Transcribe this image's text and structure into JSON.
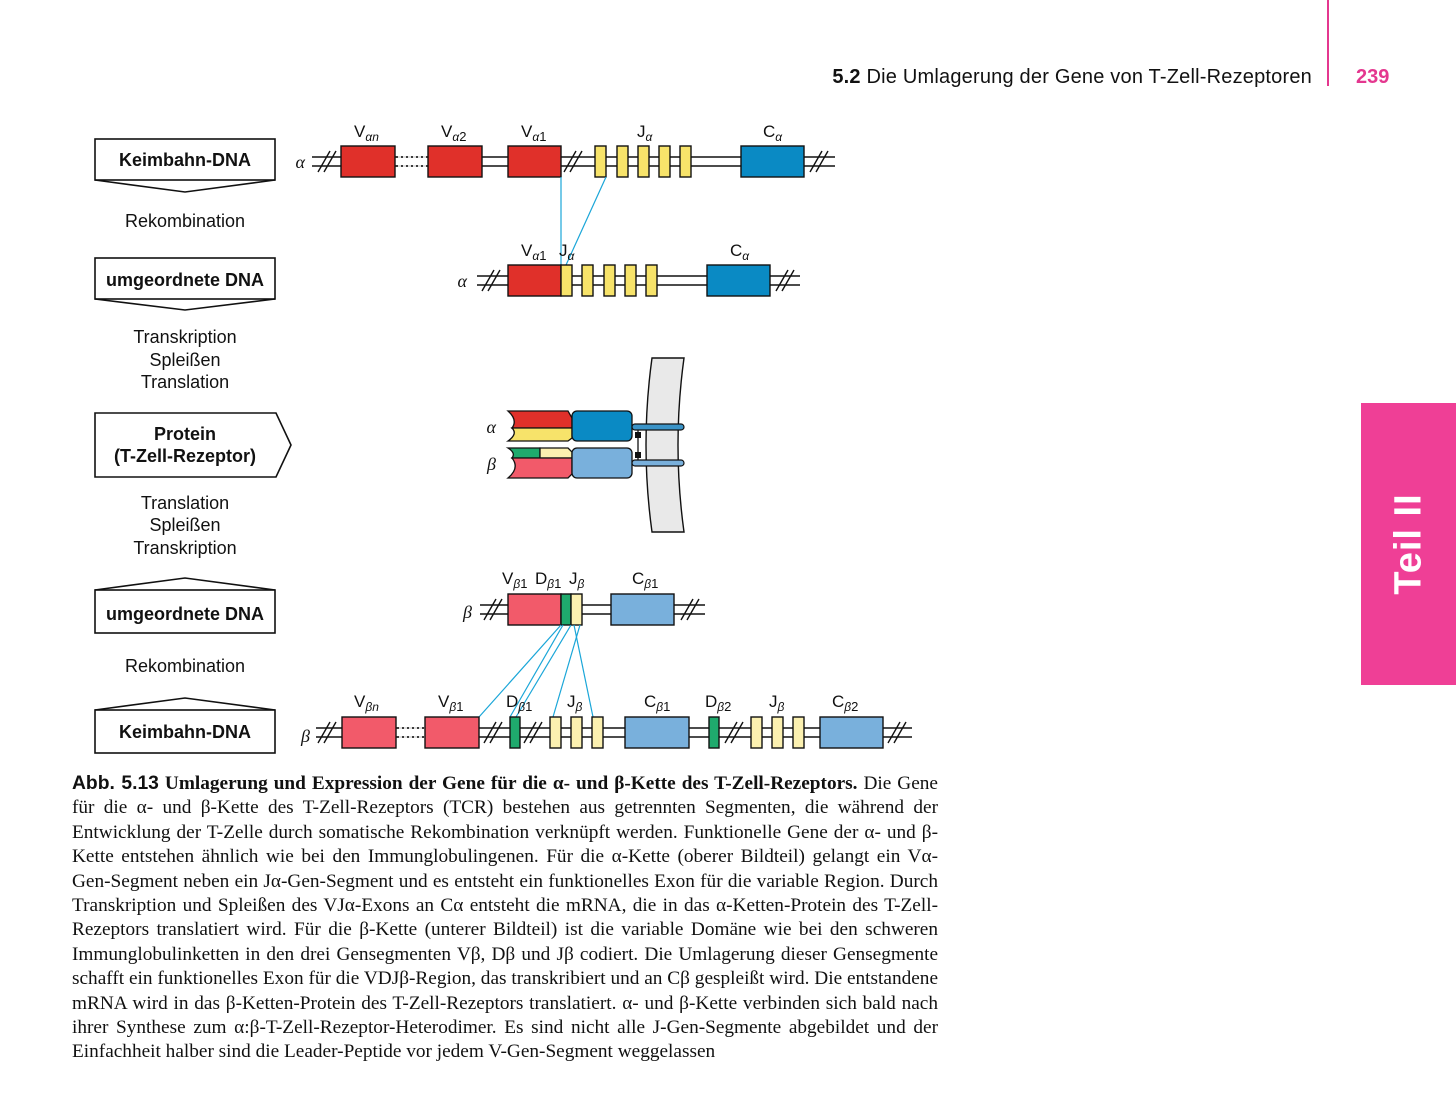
{
  "header": {
    "section": "5.2",
    "title": "Die Umlagerung der Gene von T-Zell-Rezeptoren",
    "page": "239"
  },
  "side_tab": {
    "label": "Teil II"
  },
  "colors": {
    "accent": "#e4378f",
    "v_alpha": "#e0302a",
    "j_alpha": "#f7e36a",
    "c_alpha": "#0a8ac4",
    "v_beta": "#f25a6a",
    "d_beta": "#1faa6d",
    "j_beta": "#fbf0b0",
    "c_beta": "#79b0dc",
    "link": "#1aa6d8"
  },
  "figure": {
    "left_labels": {
      "keimbahn_top": "Keimbahn-DNA",
      "rekombination_top": "Rekombination",
      "umgeordnet_top": "umgeordnete DNA",
      "step_top_1": "Transkription",
      "step_top_2": "Spleißen",
      "step_top_3": "Translation",
      "protein_1": "Protein",
      "protein_2": "(T-Zell-Rezeptor)",
      "step_bot_1": "Translation",
      "step_bot_2": "Spleißen",
      "step_bot_3": "Transkription",
      "umgeordnet_bot": "umgeordnete DNA",
      "rekombination_bot": "Rekombination",
      "keimbahn_bot": "Keimbahn-DNA"
    },
    "chain_alpha": "α",
    "chain_beta": "β",
    "alpha_germline": {
      "v_n": "n",
      "v_2": "2",
      "v_1": "1"
    },
    "seg_v": "V",
    "seg_j": "J",
    "seg_c": "C",
    "seg_d": "D",
    "sub_alpha": "α",
    "sub_beta": "β",
    "num_1": "1",
    "num_2": "2",
    "sub_n": "n"
  },
  "caption": {
    "number": "Abb. 5.13",
    "title": "Umlagerung und Expression der Gene für die α- und β-Kette des T-Zell-Rezeptors.",
    "body": "Die Gene für die α- und β-Kette des T-Zell-Rezeptors (TCR) bestehen aus getrennten Segmenten, die während der Entwicklung der T-Zelle durch somatische Rekombination verknüpft werden. Funktionelle Gene der α- und β-Kette entstehen ähnlich wie bei den Immunglobulingenen. Für die α-Kette (oberer Bildteil) gelangt ein Vα-Gen-Segment neben ein Jα-Gen-Segment und es entsteht ein funktionelles Exon für die variable Region. Durch Transkription und Spleißen des VJα-Exons an Cα entsteht die mRNA, die in das α-Ketten-Protein des T-Zell-Rezeptors translatiert wird. Für die β-Kette (unterer Bildteil) ist die variable Domäne wie bei den schweren Immunglobulinketten in den drei Gensegmenten Vβ, Dβ und Jβ codiert. Die Umlagerung dieser Gensegmente schafft ein funktionelles Exon für die VDJβ-Region, das transkribiert und an Cβ gespleißt wird. Die entstandene mRNA wird in das β-Ketten-Protein des T-Zell-Rezeptors translatiert. α- und β-Kette verbinden sich bald nach ihrer Synthese zum α:β-T-Zell-Rezeptor-Heterodimer. Es sind nicht alle J-Gen-Segmente abgebildet und der Einfachheit halber sind die Leader-Peptide vor jedem V-Gen-Segment weggelassen"
  }
}
